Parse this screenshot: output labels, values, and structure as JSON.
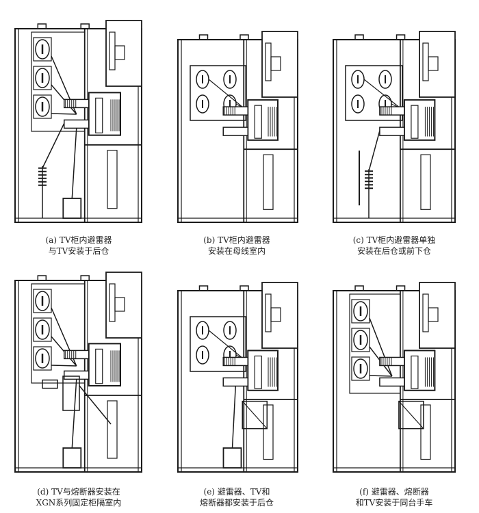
{
  "panels": [
    {
      "id": "a",
      "caption_line1": "(a) TV柜内避雷器",
      "caption_line2": "与TV安装于后仓",
      "variant": "three-bushing-rear"
    },
    {
      "id": "b",
      "caption_line1": "(b) TV柜内避雷器",
      "caption_line2": "安装在母线室内",
      "variant": "four-bushing-busbar"
    },
    {
      "id": "c",
      "caption_line1": "(c) TV柜内避雷器单独",
      "caption_line2": "安装在后仓或前下仓",
      "variant": "four-bushing-separate"
    },
    {
      "id": "d",
      "caption_line1": "(d) TV与熔断器安装在",
      "caption_line2": "XGN系列固定柜隔室内",
      "variant": "three-bushing-fixed"
    },
    {
      "id": "e",
      "caption_line1": "(e) 避雷器、TV和",
      "caption_line2": "熔断器都安装于后仓",
      "variant": "four-bushing-rear"
    },
    {
      "id": "f",
      "caption_line1": "(f) 避雷器、熔断器",
      "caption_line2": "和TV安装于同台手车",
      "variant": "three-bushing-truck"
    }
  ],
  "colors": {
    "line": "#1a1a1a",
    "background": "#ffffff"
  }
}
